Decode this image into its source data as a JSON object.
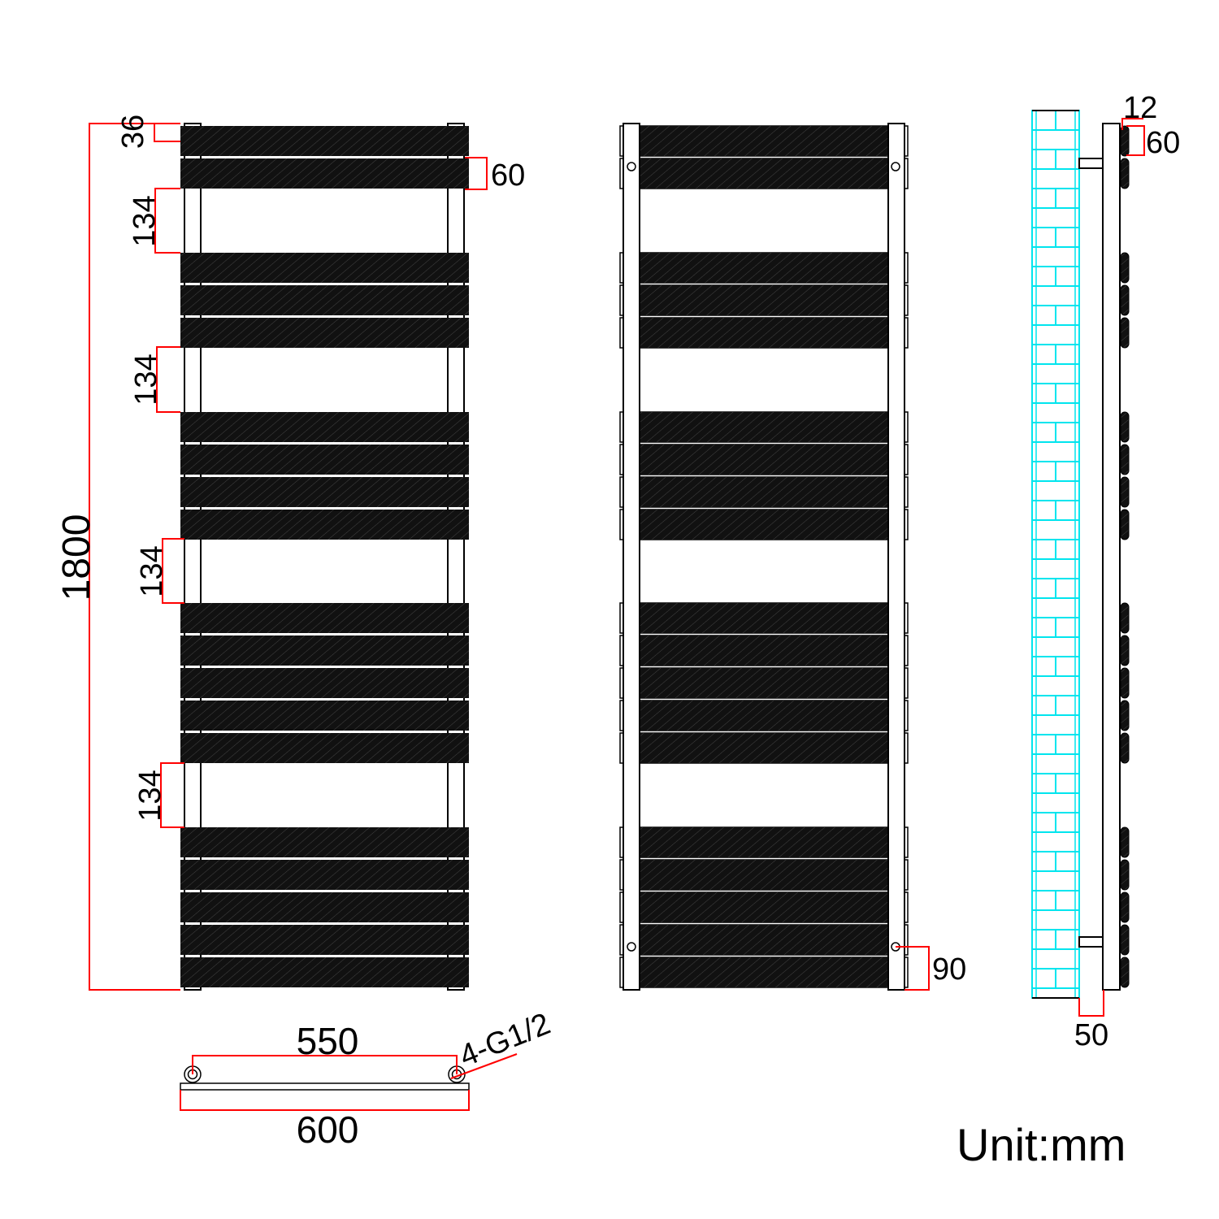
{
  "dimensions": {
    "height_total": "1800",
    "top_offset": "36",
    "bar_height": "60",
    "gap_1": "134",
    "gap_2": "134",
    "gap_3": "134",
    "gap_4": "134",
    "pipe_centres": "550",
    "width_total": "600",
    "connections": "4-G1/2",
    "bottom_inlet": "90",
    "wall_clearance": "50",
    "side_offset": "12",
    "side_bar_height": "60"
  },
  "unit_label": "Unit:mm",
  "panel_groups": [
    2,
    3,
    4,
    5,
    5
  ],
  "colors": {
    "dimension": "#ff0000",
    "wall": "#00e5ee",
    "panel": "#111111"
  }
}
